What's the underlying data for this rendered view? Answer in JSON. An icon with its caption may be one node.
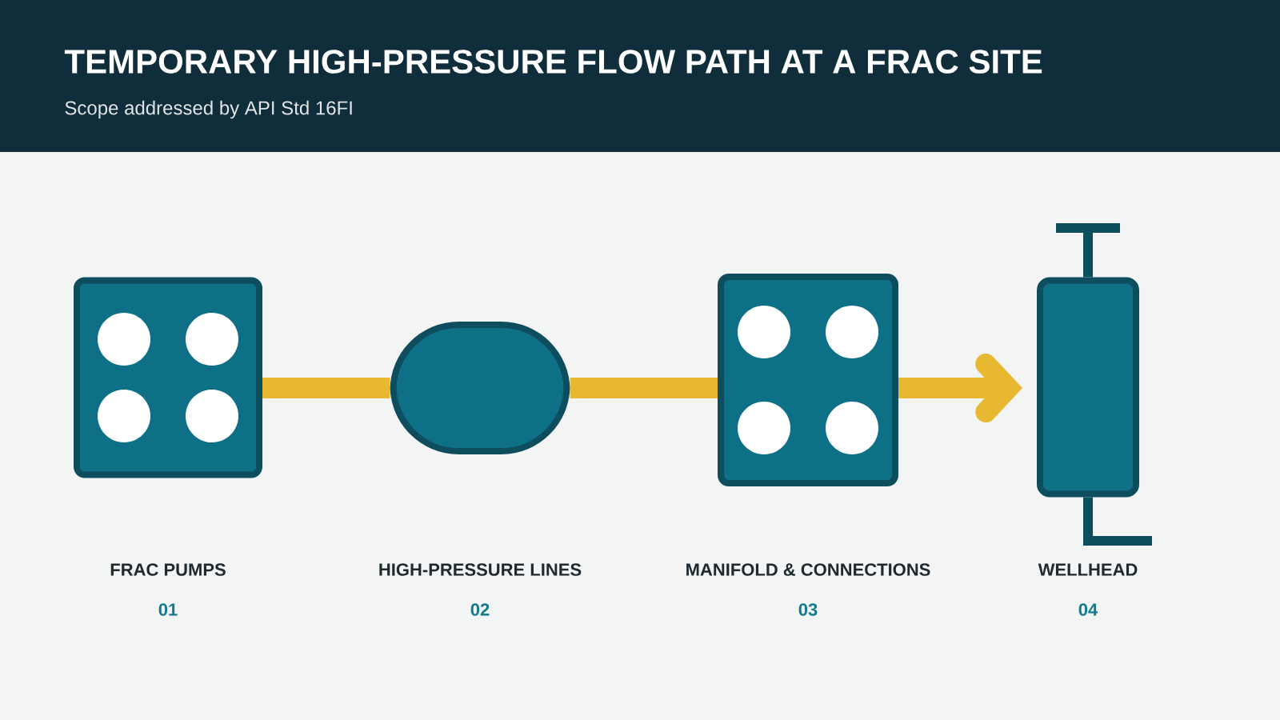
{
  "diagram": {
    "title": "TEMPORARY HIGH-PRESSURE FLOW PATH AT A FRAC SITE",
    "nodes": [
      {
        "text": [],
        "shape": "box"
      },
      {
        "text": [],
        "shape": "cylinder"
      },
      {
        "text": [],
        "shape": "box"
      },
      {
        "text": [],
        "shape": "bar"
      },
      {
        "text": [
          "FRAC PUMPS",
          "01"
        ]
      },
      {
        "text": [
          "HIGH-PRESSURE LINES",
          "02"
        ]
      },
      {
        "text": [
          "MANIFOLD & CONNECTIONS",
          "03"
        ]
      },
      {
        "text": [
          "WELLHEAD",
          "04"
        ]
      }
    ],
    "edges": [
      {
        "from": 0,
        "to": 1,
        "arrow": "none"
      },
      {
        "from": 1,
        "to": 2,
        "arrow": "none"
      },
      {
        "from": 2,
        "to": 3,
        "arrow": "to"
      }
    ],
    "labels": [
      "Scope addressed by API Std 16FI"
    ]
  }
}
